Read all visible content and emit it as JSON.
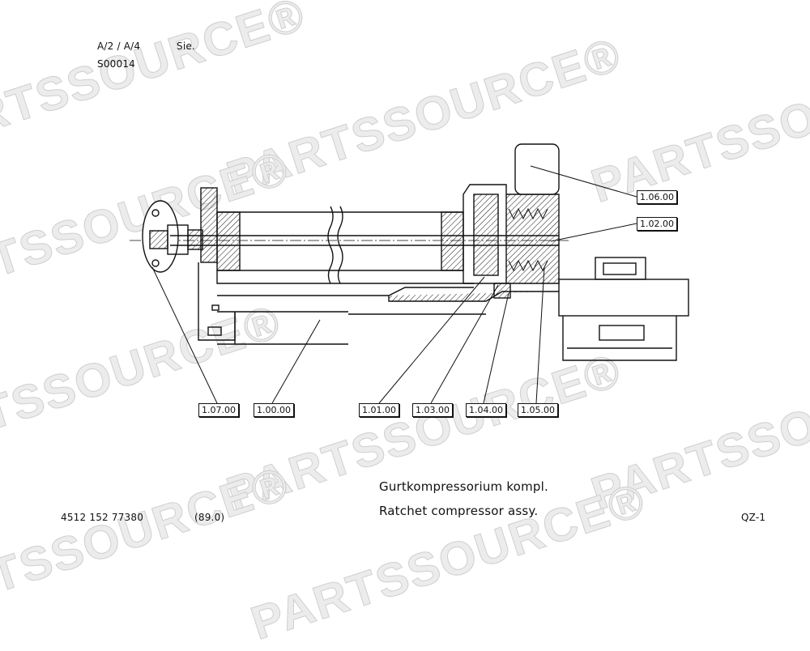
{
  "header": {
    "sheet": "A/2  /  A/4",
    "lang": "Sie.",
    "code": "S00014"
  },
  "watermark": "PARTSSOURCE®",
  "callouts": [
    "1.06.00",
    "1.02.00",
    "1.07.00",
    "1.00.00",
    "1.01.00",
    "1.03.00",
    "1.04.00",
    "1.05.00"
  ],
  "footer": {
    "part_number": "4512 152 77380",
    "revision": "(89.0)",
    "title_de": "Gurtkompressorium  kompl.",
    "title_en": "Ratchet compressor assy.",
    "page": "QZ-1"
  }
}
